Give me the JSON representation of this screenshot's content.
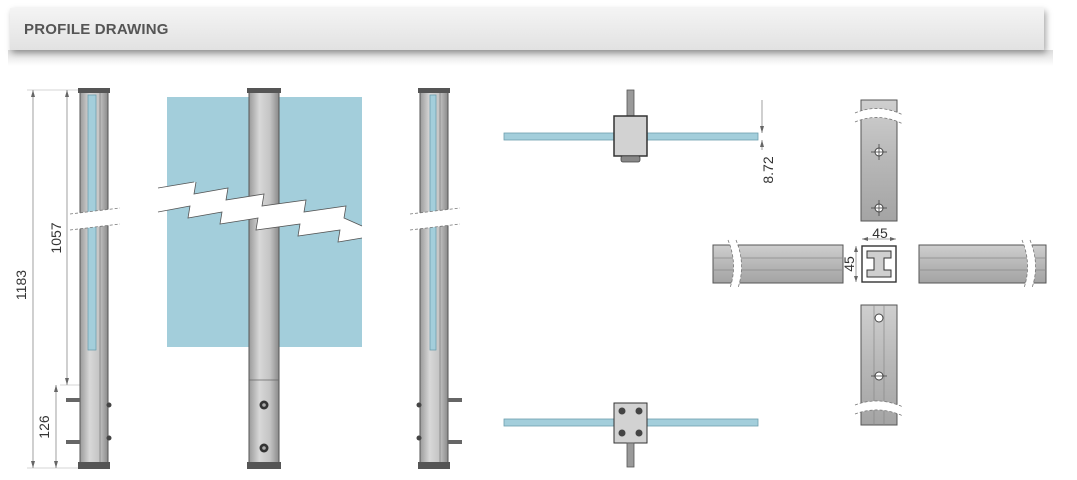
{
  "header": {
    "title": "PROFILE DRAWING"
  },
  "dimensions": {
    "total_height": "1183",
    "glass_height": "1057",
    "base_height": "126",
    "glass_thickness": "8.72",
    "profile_width": "45",
    "profile_depth": "45"
  },
  "colors": {
    "glass": "#a3cedb",
    "glass_edge": "#7fb3c4",
    "profile_light": "#d2d2d2",
    "profile_dark": "#8c8c8c",
    "outline": "#444444",
    "dimension_line": "#888888",
    "header_text": "#555555"
  }
}
